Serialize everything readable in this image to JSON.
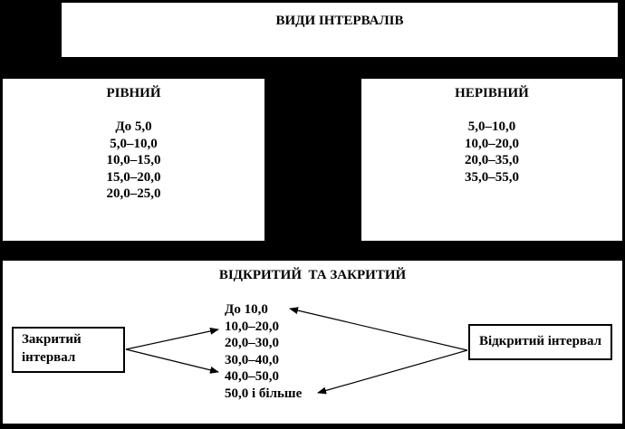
{
  "colors": {
    "background": "#000000",
    "box_fill": "#ffffff",
    "text": "#000000",
    "arrow": "#000000"
  },
  "header": {
    "title": "ВИДИ ІНТЕРВАЛІВ"
  },
  "equal": {
    "heading": "РІВНИЙ",
    "items": [
      "До 5,0",
      "5,0–10,0",
      "10,0–15,0",
      "15,0–20,0",
      "20,0–25,0"
    ]
  },
  "unequal": {
    "heading": "НЕРІВНИЙ",
    "items": [
      "5,0–10,0",
      "10,0–20,0",
      "20,0–35,0",
      "35,0–55,0"
    ]
  },
  "open_closed": {
    "heading": "ВІДКРИТИЙ  ТА ЗАКРИТИЙ",
    "closed_label_line1": "Закритий",
    "closed_label_line2": "інтервал",
    "open_label": "Відкритий інтервал",
    "items": [
      "До 10,0",
      "10,0–20,0",
      "20,0–30,0",
      "30,0–40,0",
      "40,0–50,0",
      "50,0 і більше"
    ]
  }
}
